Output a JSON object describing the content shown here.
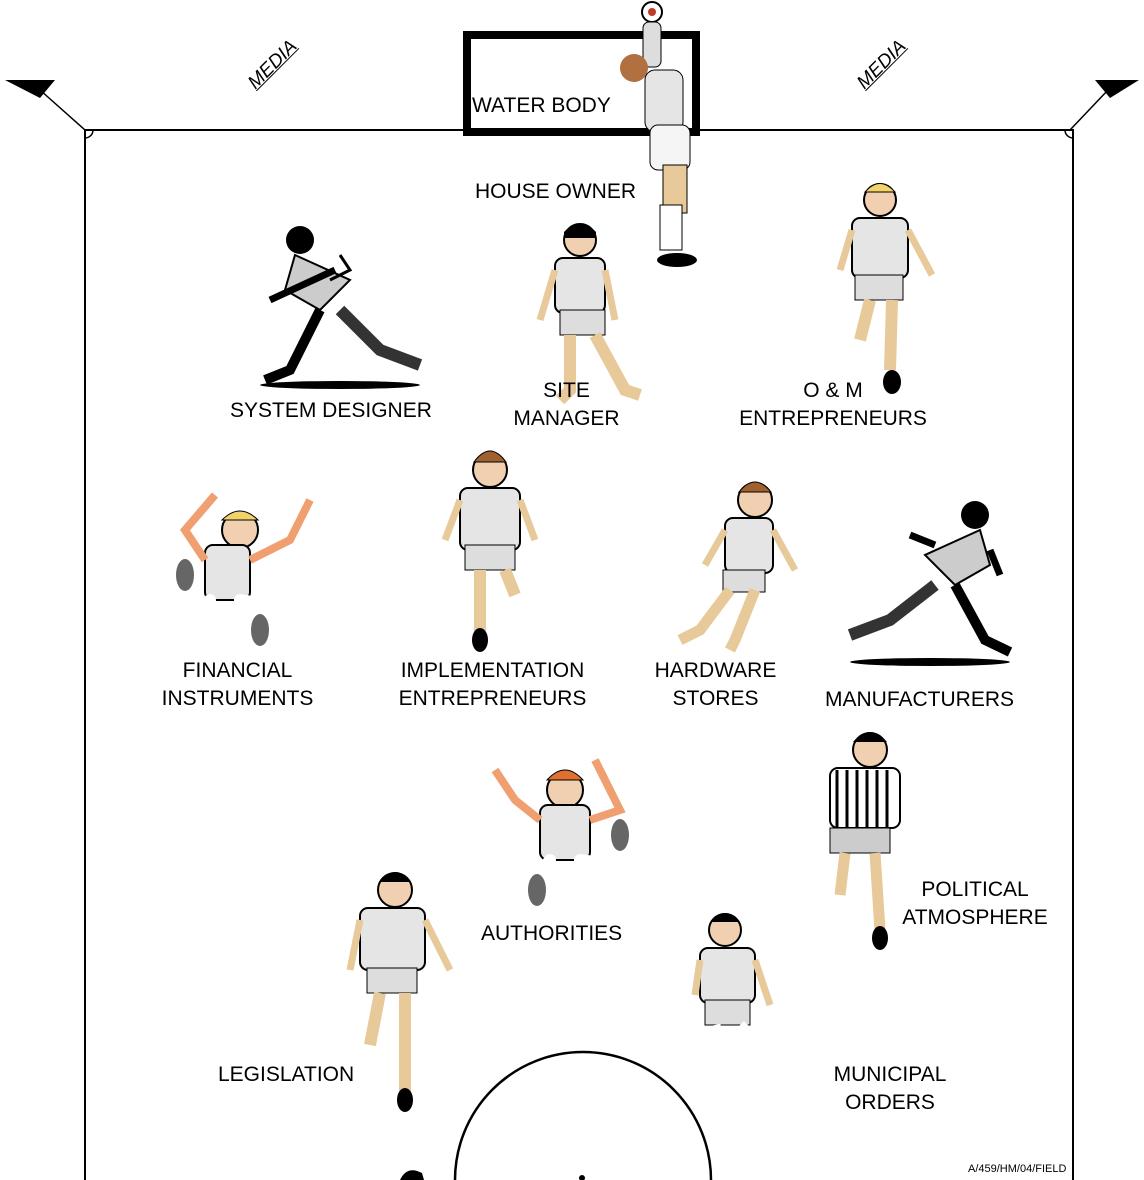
{
  "media_left": "MEDIA",
  "media_right": "MEDIA",
  "goal": "WATER BODY",
  "roles": {
    "house_owner": "HOUSE OWNER",
    "system_designer": "SYSTEM DESIGNER",
    "site_manager": [
      "SITE",
      "MANAGER"
    ],
    "om_entrepreneurs": [
      "O & M",
      "ENTREPRENEURS"
    ],
    "financial_instruments": [
      "FINANCIAL",
      "INSTRUMENTS"
    ],
    "implementation_entrepreneurs": [
      "IMPLEMENTATION",
      "ENTREPRENEURS"
    ],
    "hardware_stores": [
      "HARDWARE",
      "STORES"
    ],
    "manufacturers": "MANUFACTURERS",
    "authorities": "AUTHORITIES",
    "political_atmosphere": [
      "POLITICAL",
      "ATMOSPHERE"
    ],
    "legislation": "LEGISLATION",
    "municipal_orders": [
      "MUNICIPAL",
      "ORDERS"
    ]
  },
  "reference": "A/459/HM/04/FIELD"
}
